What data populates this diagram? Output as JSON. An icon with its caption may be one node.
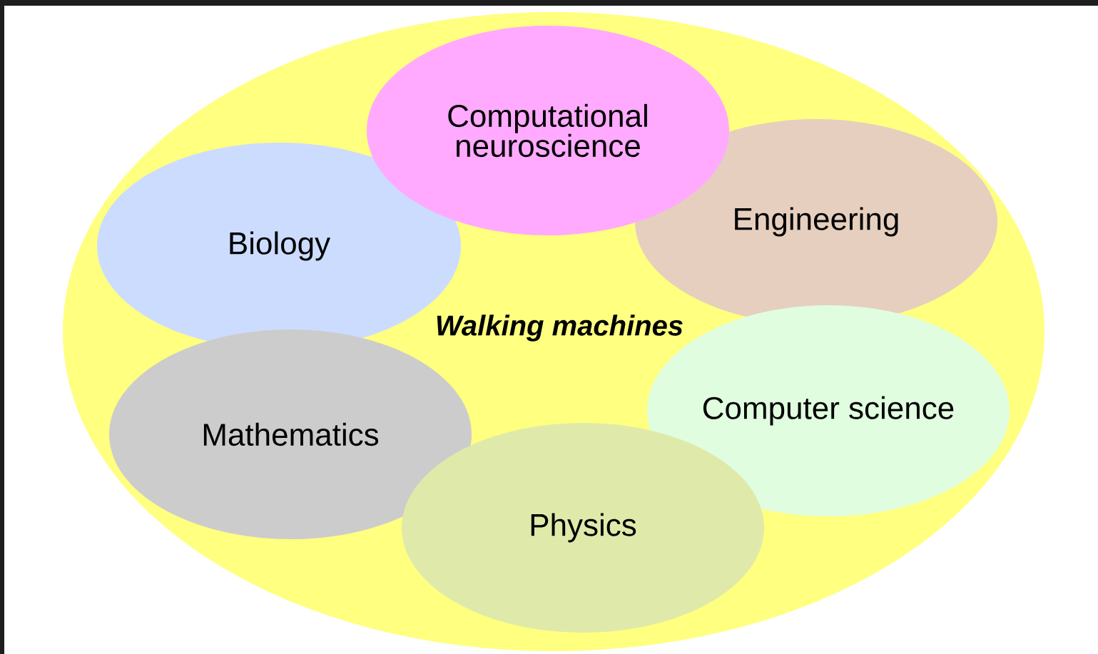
{
  "diagram": {
    "nodes": [
      {
        "text": [
          "Walking machines"
        ]
      },
      {
        "text": [
          "Computational neuroscience"
        ],
        "in": 0
      },
      {
        "text": [
          "Biology"
        ],
        "in": 0
      },
      {
        "text": [
          "Engineering"
        ],
        "in": 0
      },
      {
        "text": [
          "Computer science"
        ],
        "in": 0
      },
      {
        "text": [
          "Mathematics"
        ],
        "in": 0
      },
      {
        "text": [
          "Physics"
        ],
        "in": 0
      }
    ]
  }
}
